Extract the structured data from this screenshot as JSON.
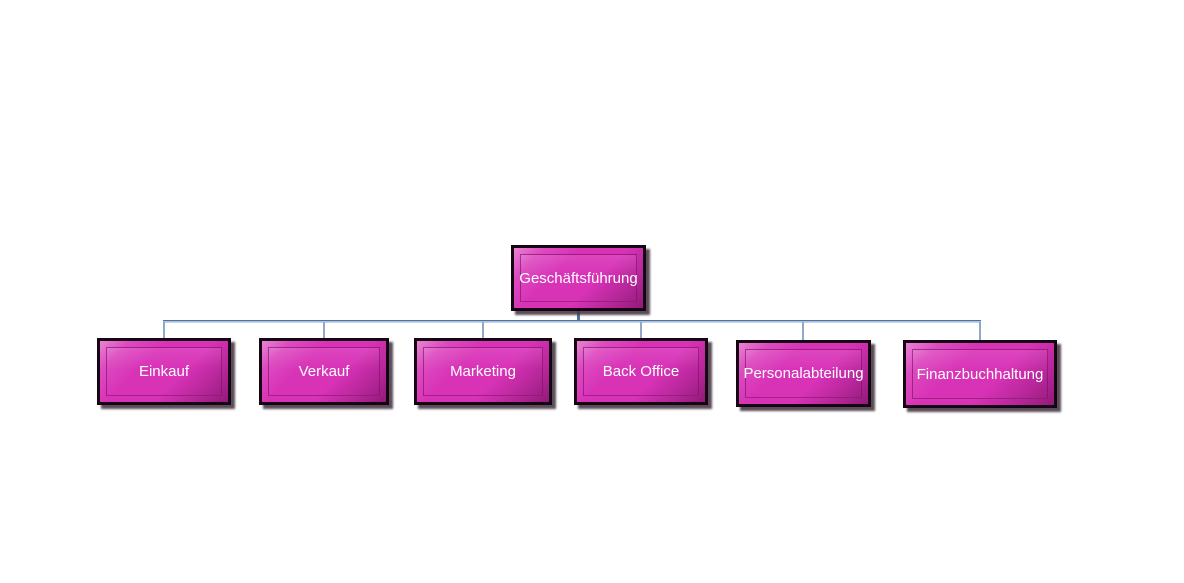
{
  "diagram": {
    "type": "org-chart",
    "root": {
      "label": "Geschäftsführung"
    },
    "children": [
      {
        "label": "Einkauf"
      },
      {
        "label": "Verkauf"
      },
      {
        "label": "Marketing"
      },
      {
        "label": "Back Office"
      },
      {
        "label": "Personalabteilung"
      },
      {
        "label": "Finanzbuchhaltung"
      }
    ]
  },
  "colors": {
    "node_fill": "#d832b7",
    "node_border": "#150513",
    "node_text": "#ffffff",
    "connector_dark": "#4d71a3",
    "connector_mid": "#8fa9ca",
    "connector_light": "#a9bdd8"
  }
}
